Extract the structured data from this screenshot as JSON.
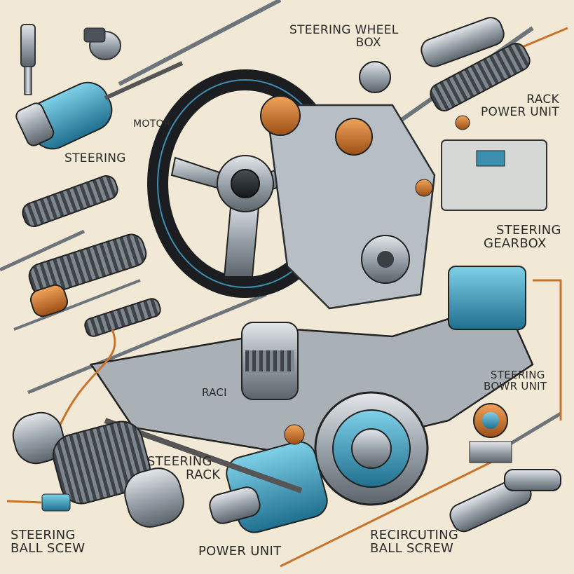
{
  "labels": {
    "steering_wheel_box": [
      "STEERING WHEEL",
      "BOX"
    ],
    "motor": "MOTOR",
    "steering_top_left": "STEERING",
    "rack_power_unit": [
      "RACK",
      "POWER UNIT"
    ],
    "steering_gearbox": [
      "STEERING",
      "GEARBOX"
    ],
    "rack_middle": "RACI",
    "steering_bowr_unit": [
      "STEERING",
      "BOWR UNIT"
    ],
    "steering_rack": [
      "STEERING",
      "RACK"
    ],
    "steering_ball_screw": [
      "STEERING",
      "BALL SCEW"
    ],
    "power_unit": "POWER UNIT",
    "recircuting_ball_screw": [
      "RECIRCUTING",
      "BALL SCREW"
    ]
  },
  "colors": {
    "background": "#f1e9d5",
    "ink": "#2a2a2a",
    "steel": "#9aa3ab",
    "teal": "#2b8fb4",
    "copper": "#c9722a"
  },
  "icons": [
    "steering-wheel-icon",
    "motor-icon",
    "gearbox-icon",
    "rack-icon",
    "ball-screw-icon",
    "power-unit-icon",
    "sensor-icon"
  ]
}
